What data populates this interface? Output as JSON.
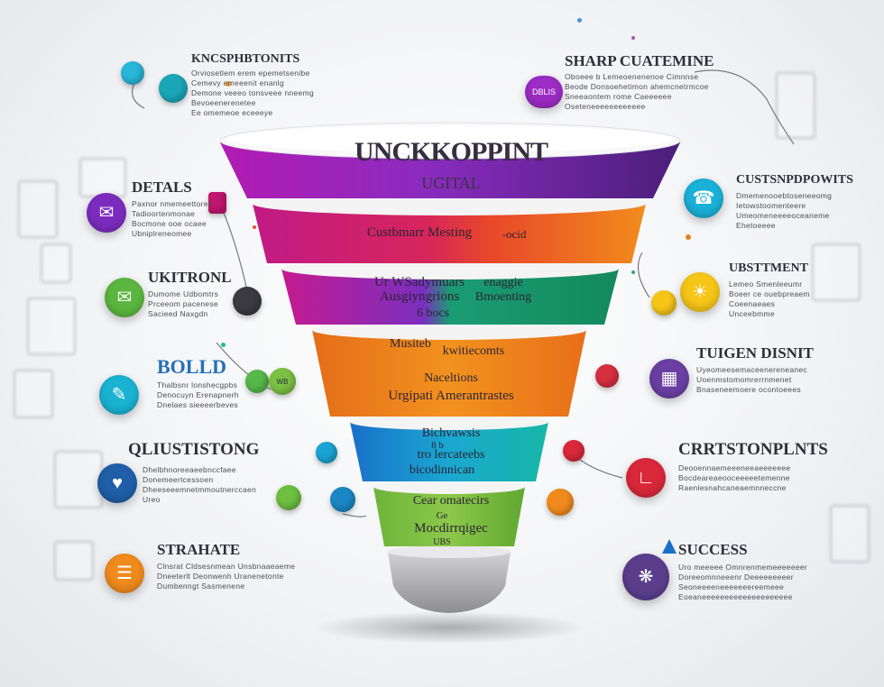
{
  "funnel": {
    "title": "UNCKKOPPINT",
    "subtitle": "UGITAL",
    "layer2_left": "Custbmarr Mesting",
    "layer2_right": "-ocid",
    "layer3_a": "Ur WSadymuars",
    "layer3_b": "Ausgiyngrions",
    "layer3_c": "6 bocs",
    "layer3_right_a": "enaggie",
    "layer3_right_b": "Bmoenting",
    "layer4_a": "Musiteb",
    "layer4_b": "kwitiecomts",
    "layer4_c": "Naceltions",
    "layer4_d": "Urgipati Amerantrastes",
    "layer5_a": "Bichvawsis",
    "layer5_b": "8 b",
    "layer5_c": "tro lercateebs",
    "layer5_d": "bicodinnican",
    "layer6_a": "Cear omatecirs",
    "layer6_b": "Ge",
    "layer6_c": "Mocdirrqigec",
    "layer6_d": "UBS"
  },
  "callouts": {
    "top_left": {
      "heading": "KNCSPHBTONITS",
      "lines": [
        "Orviosetlem erem epemetsenibe",
        "Cemevy emeeenit enanlg",
        "Demone veeeo tonsveee nneemg",
        "Bevoeenerenetee",
        "Ee omemeoe eceeeye"
      ]
    },
    "details": {
      "heading": "DETALS",
      "lines": [
        "Paxnor nmemeettoree",
        "Tadioortenmonae",
        "Bocmone ooe ocaee",
        "Ubniplreneomee"
      ]
    },
    "ukitrond": {
      "heading": "UKITRONL",
      "lines": [
        "Dumome Udbomtrs",
        "Prceeom pacenese",
        "Sacieed Naxgdn"
      ]
    },
    "bold": {
      "heading": "BOLLD",
      "lines": [
        "Thalbsnr lonshecgpbs",
        "Denocuyn Erenapnerh",
        "Dnelaes sieeeerbeves"
      ]
    },
    "qliustiong": {
      "heading": "QLIUSTISTONG",
      "lines": [
        "Dhelbhnoreeaeebnccfaee",
        "Donemeertcessoen",
        "Dheeseeemnetmmoutnerccaen",
        "Ureo"
      ]
    },
    "strahate": {
      "heading": "STRAHATE",
      "lines": [
        "Clnsrat Cldsesnmean Unsbnaaeaeme",
        "Dneeterlt Deonwenh Uranenetonte",
        "Dumbenngt Sasmenene"
      ]
    },
    "top_right": {
      "heading": "SHARP CUATEMINE",
      "lines": [
        "Oboeee b Lemeoenenenoe Cimnnse",
        "Beode Donsoehetimon ahemcnetrmcoe",
        "Sneeaontem rome Caeeeeee",
        "Oseteneeeeeeeeeeee"
      ]
    },
    "custsnpdpowits": {
      "heading": "CUSTSNPDPOWITS",
      "lines": [
        "Dmemenooebtoseneeomg",
        "Ietowstoomenteere",
        "Umeomeneeeeoceaneme",
        "Ehetoeeee"
      ]
    },
    "ubsttment": {
      "heading": "UBSTTMENT",
      "lines": [
        "Lemeo Smenleeumr",
        "Boeer ce ouebpreaem",
        "Coeenaeaes",
        "Unceebmme"
      ]
    },
    "tuigen": {
      "heading": "TUIGEN DISNIT",
      "lines": [
        "Uyeomeesemaceenereneanec",
        "Uoenmstomomrerrnmenet",
        "Bnaseneemoere ocontoeees"
      ]
    },
    "crrtstonplnts": {
      "heading": "CRRTSTONPLNTS",
      "lines": [
        "Deooennaemeeeneeaeeeeeee",
        "Bocdeareaeooceeeeetemenne",
        "Raenlesnahcaneaemnneccne"
      ]
    },
    "success": {
      "heading": "SUCCESS",
      "lines": [
        "Uro meeeee Omnrenmemeeeeeeer",
        "Doreeomnneeenr Deeeeeeeeer",
        "Seoneeeeneeeeeeereemeee",
        "Eoeaneeeeeeeeeeeeeeeeeeee"
      ]
    }
  },
  "badges": {
    "top_right_label": "DBLIS",
    "balloon_label": "WB"
  },
  "icons": {
    "top_left": "balloon-icon",
    "details": "chat-icon",
    "ukitrond": "envelope-icon",
    "bold": "pen-icon",
    "qliustiong": "shield-icon",
    "strahate": "clipboard-icon",
    "top_right": "badge-icon",
    "custsnpdpowits": "phone-icon",
    "ubsttment": "bulb-icon",
    "tuigen": "tablet-icon",
    "crrtstonplnts": "chart-icon",
    "success": "lightbulb-icon"
  },
  "colors": {
    "purple": "#7b2cbf",
    "magenta": "#c2187a",
    "orange": "#f0801a",
    "green": "#1aa36a",
    "teal": "#1aa3c9",
    "lime": "#7bc043",
    "grey": "#b5b5b8"
  }
}
